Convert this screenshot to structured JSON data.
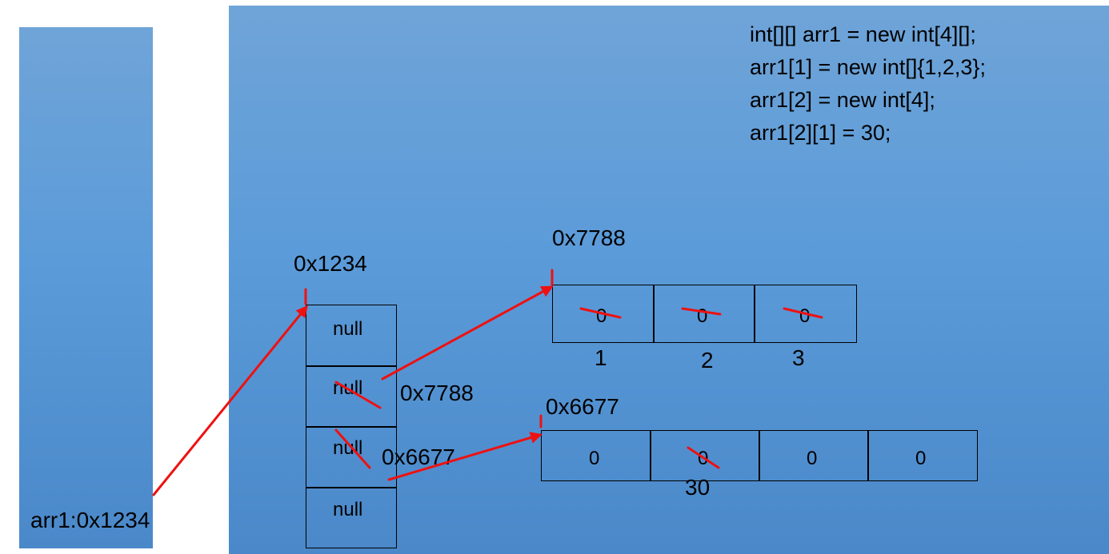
{
  "stack": {
    "variable_label": "arr1:0x1234"
  },
  "code": {
    "lines": [
      "int[][] arr1 = new int[4][];",
      "arr1[1] = new int[]{1,2,3};",
      "arr1[2] = new int[4];",
      "arr1[2][1] = 30;"
    ]
  },
  "outer_array": {
    "address": "0x1234",
    "cells": [
      "null",
      "null",
      "null",
      "null"
    ],
    "cell_annotations": [
      "",
      "0x7788",
      "0x6677",
      ""
    ]
  },
  "array_7788": {
    "address": "0x7788",
    "cells": [
      "0",
      "0",
      "0"
    ],
    "new_values": [
      "1",
      "2",
      "3"
    ]
  },
  "array_6677": {
    "address": "0x6677",
    "cells": [
      "0",
      "0",
      "0",
      "0"
    ],
    "new_values": [
      "",
      "30",
      "",
      ""
    ]
  },
  "colors": {
    "arrow": "#ee1111",
    "panel": "#5b9bd9",
    "border": "#000000"
  }
}
